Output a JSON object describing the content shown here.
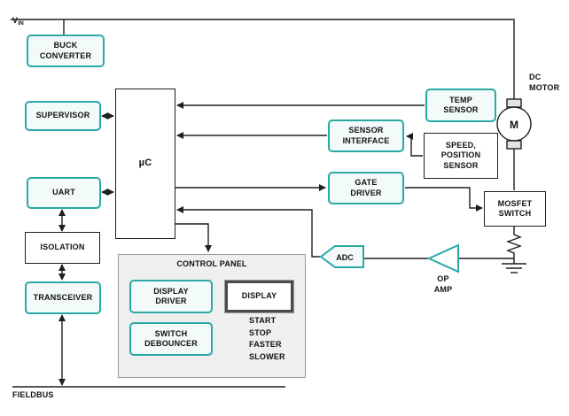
{
  "diagram": {
    "supply": {
      "base": "V",
      "sub": "IN"
    },
    "fieldbus_label": "FIELDBUS",
    "blocks": {
      "buck_converter": "BUCK\nCONVERTER",
      "supervisor": "SUPERVISOR",
      "mcu": "µC",
      "uart": "UART",
      "isolation": "ISOLATION",
      "transceiver": "TRANSCEIVER",
      "temp_sensor": "TEMP\nSENSOR",
      "sensor_interface": "SENSOR\nINTERFACE",
      "speed_position_sensor": "SPEED,\nPOSITION\nSENSOR",
      "gate_driver": "GATE\nDRIVER",
      "mosfet_switch": "MOSFET\nSWITCH",
      "dc_motor": "DC\nMOTOR",
      "motor_symbol": "M",
      "adc": "ADC",
      "op_amp": "OP\nAMP"
    },
    "control_panel": {
      "title": "CONTROL PANEL",
      "display_driver": "DISPLAY\nDRIVER",
      "display": "DISPLAY",
      "switch_debouncer": "SWITCH\nDEBOUNCER",
      "switch_labels": [
        "START",
        "STOP",
        "FASTER",
        "SLOWER"
      ]
    },
    "colors": {
      "accent_teal": "#2BA9A4",
      "wire": "#1f1f1f",
      "panel_bg": "#efefef"
    }
  }
}
